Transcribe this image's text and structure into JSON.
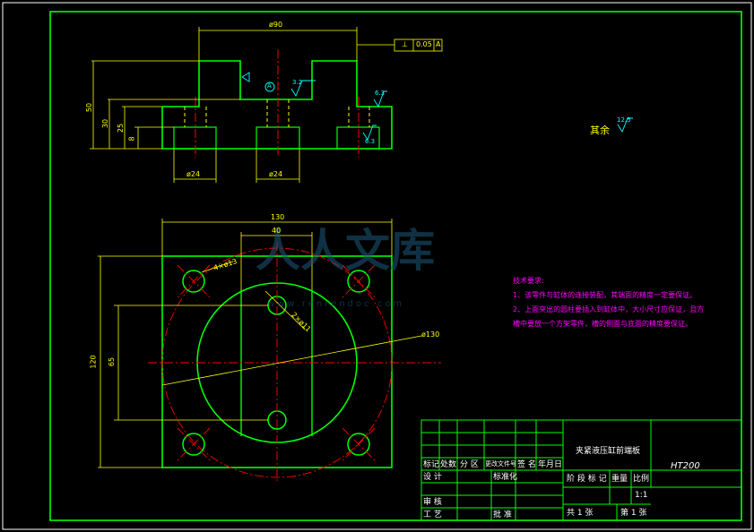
{
  "drawing": {
    "title": "夹紧液压缸前端板",
    "material": "HT200",
    "scale": "1:1",
    "sheet_total": "共 1 张",
    "sheet_no": "第 1 张",
    "remaining_surface": "其余",
    "remaining_roughness": "12.5"
  },
  "tolerance_frame": {
    "symbol": "⊥",
    "value": "0.05",
    "datum": "A"
  },
  "front_view": {
    "dims": {
      "top_width": "ø90",
      "total_height": "50",
      "flange_height": "30",
      "mid_height": "25",
      "low_height": "8",
      "left_hole": "ø24",
      "center_hole": "ø24"
    },
    "roughness": [
      "3.2",
      "6.3",
      "6.3"
    ],
    "datum": "A"
  },
  "top_view": {
    "dims": {
      "width": "130",
      "inner_width": "40",
      "height": "120",
      "inner_height": "65",
      "corner_holes": "4×ø13",
      "center_holes": "2×ø11",
      "pcd": "ø130"
    }
  },
  "tech_requirements": {
    "heading": "技术要求:",
    "items": [
      "1、该零件与缸体的连接装配，其端面的精度一定要保证。",
      "2、上面突出的圆柱要插入到缸体中，大小尺寸应保证，且方",
      "    槽中要放一个方架零件，槽的侧面与底面的精度要保证。"
    ]
  },
  "title_block": {
    "labels": {
      "mark": "标记",
      "count": "处数",
      "zone": "分 区",
      "doc_no": "更改文件号",
      "sign": "签 名",
      "date": "年月日",
      "design": "设 计",
      "standard": "标准化",
      "stage_mark": "阶 段 标 记",
      "weight": "重量",
      "ratio": "比例",
      "review": "审 核",
      "process": "工 艺",
      "approve": "批 准"
    }
  },
  "watermark": {
    "text": "人人文库",
    "url": "www.renrendoc.com"
  },
  "colors": {
    "background": "#000000",
    "outline": "#00ff00",
    "dimension": "#ffff00",
    "centerline": "#ff0000",
    "text": "#ffffff",
    "tech_text": "#ff00ff",
    "symbol": "#00ffff"
  }
}
